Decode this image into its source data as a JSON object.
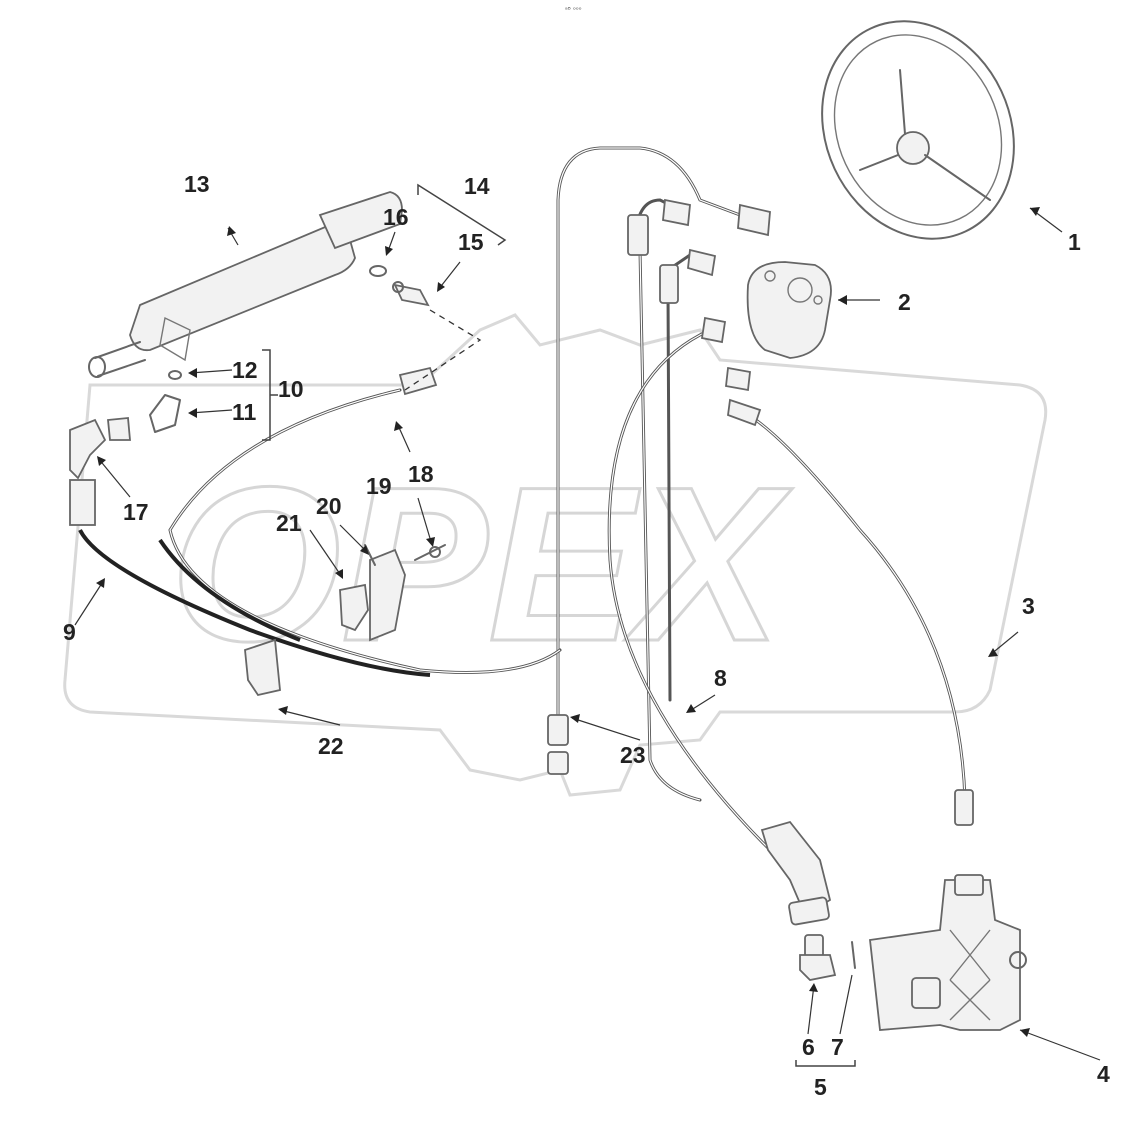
{
  "diagram": {
    "top_mark": "ᵃᴮ ᵒᵒᵒ",
    "watermark": "OPEX",
    "callouts": [
      "1",
      "2",
      "3",
      "4",
      "5",
      "6",
      "7",
      "8",
      "9",
      "10",
      "11",
      "12",
      "13",
      "14",
      "15",
      "16",
      "17",
      "18",
      "19",
      "20",
      "21",
      "22",
      "23"
    ]
  }
}
